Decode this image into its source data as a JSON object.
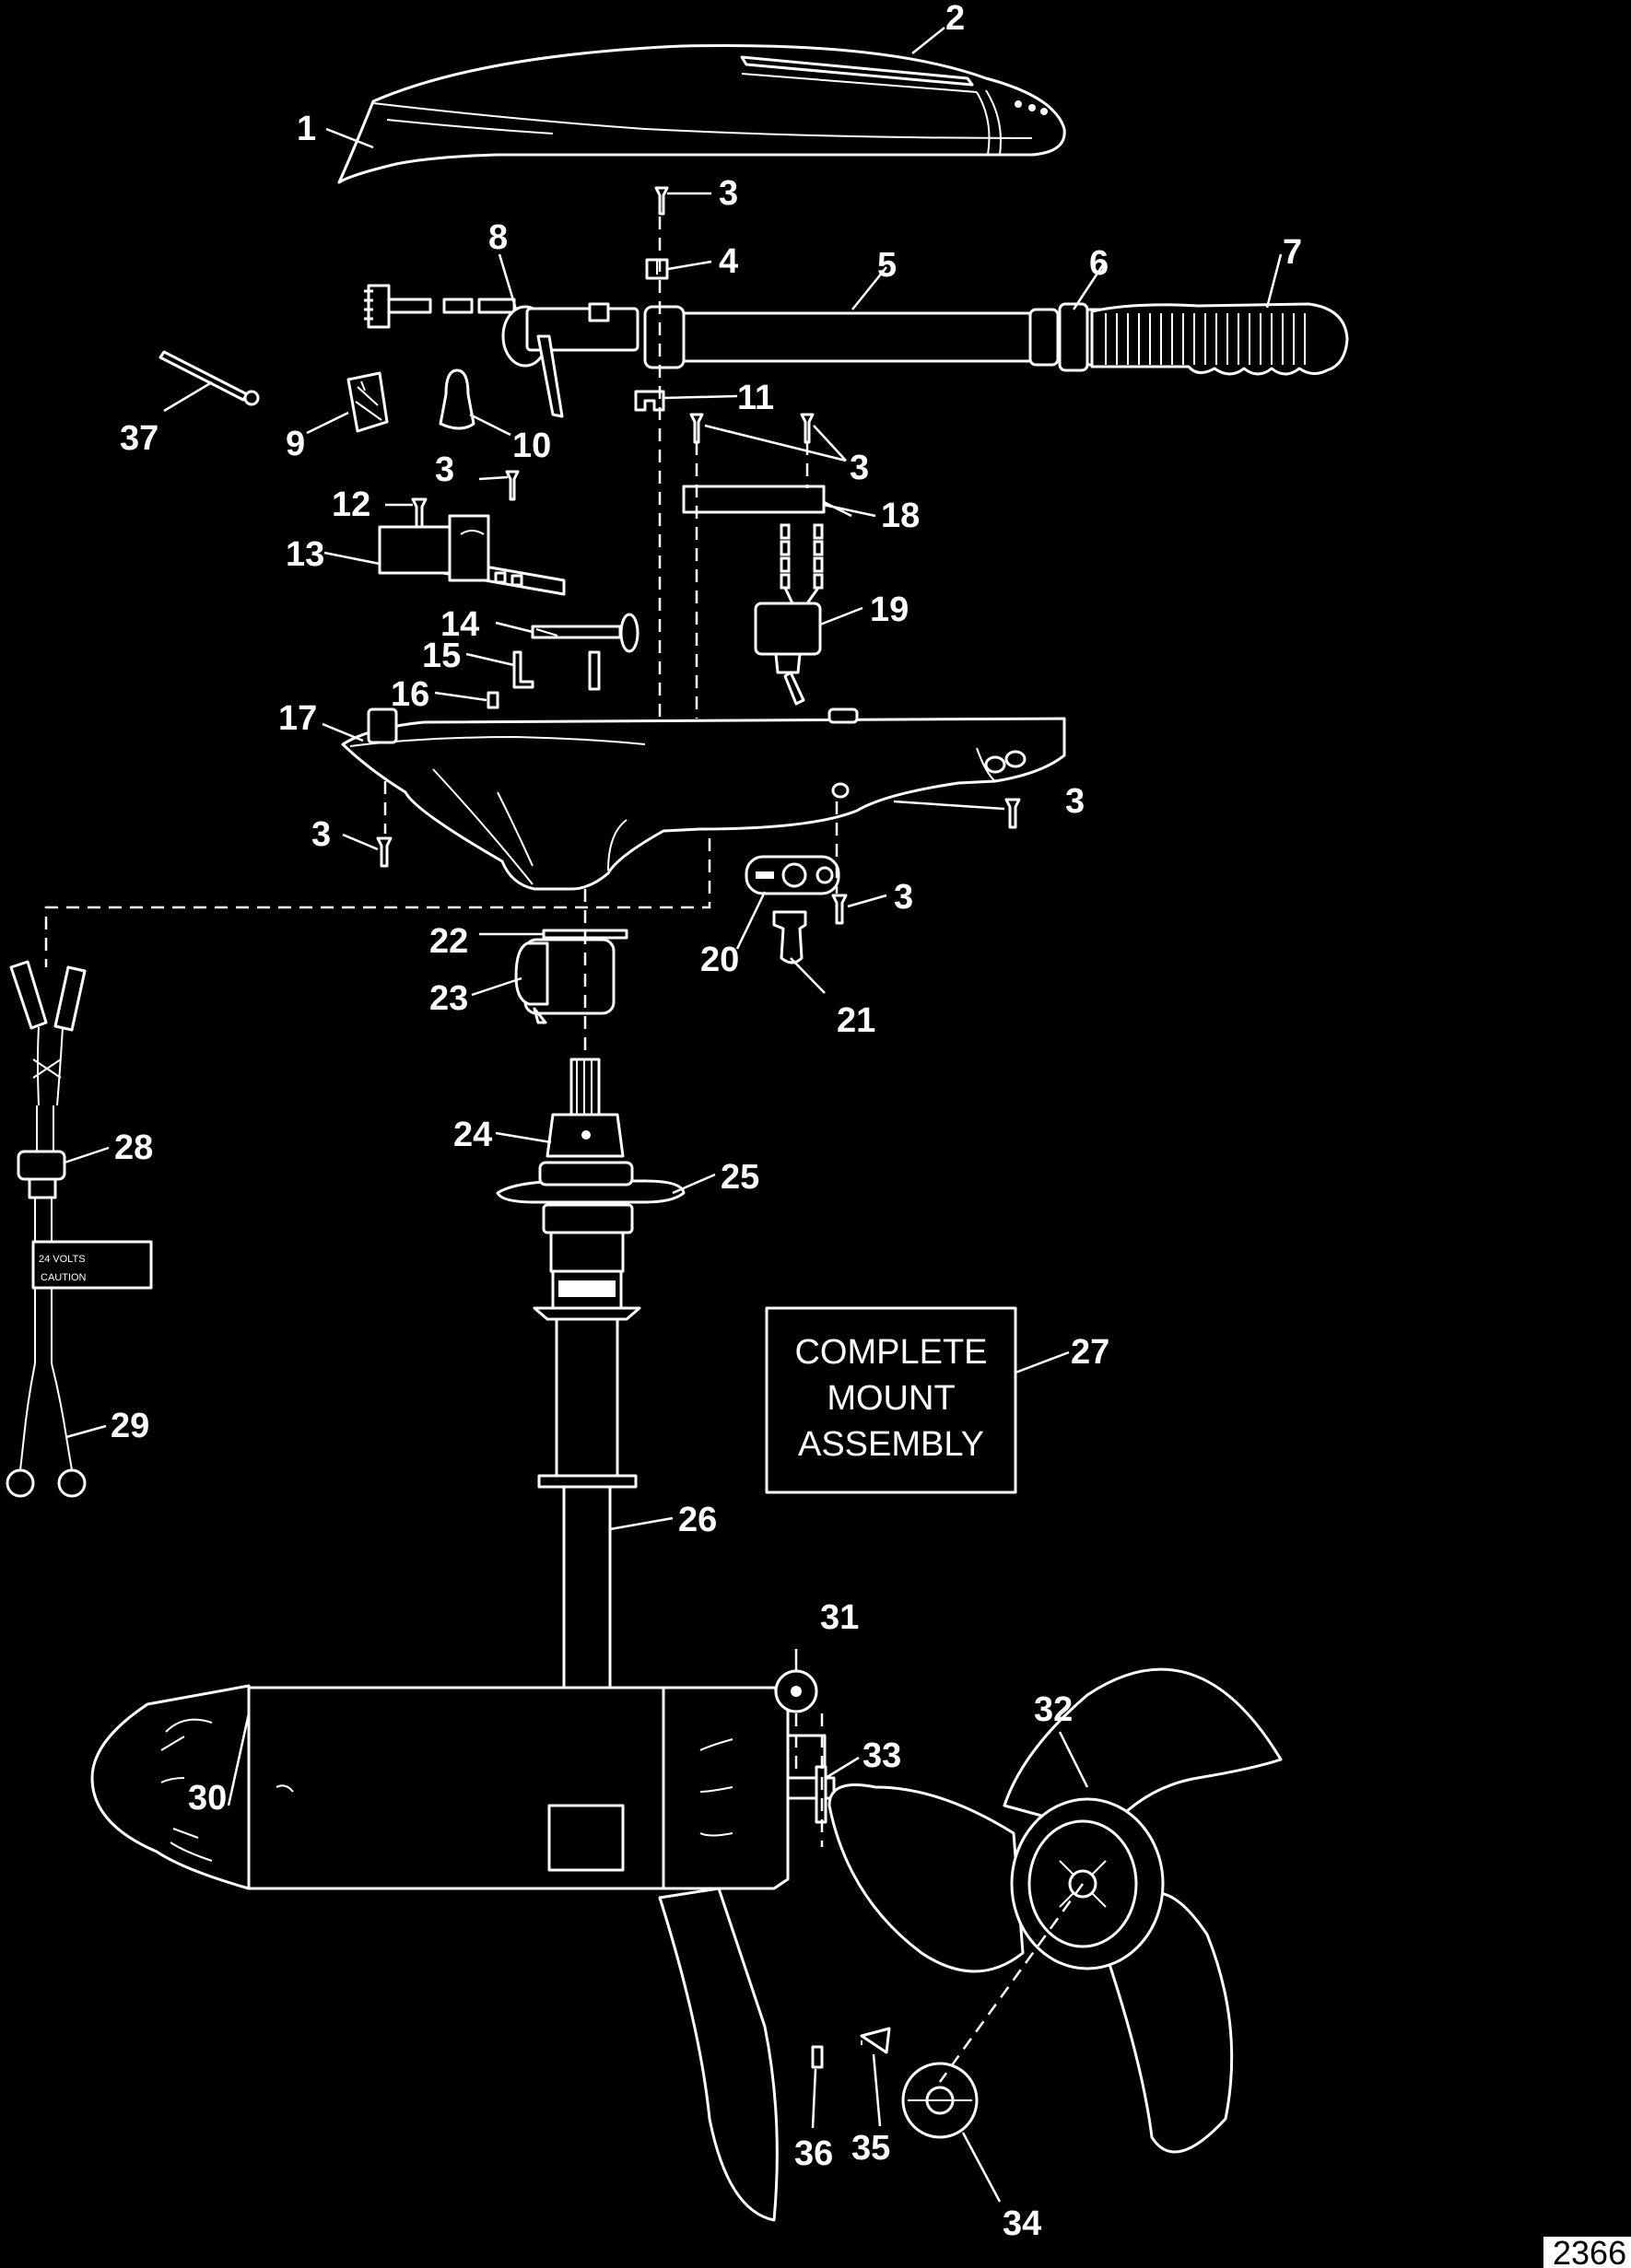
{
  "diagram": {
    "figure_number": "2366",
    "assembly_box_lines": [
      "COMPLETE",
      "MOUNT",
      "ASSEMBLY"
    ],
    "decal_lines": [
      "24 VOLTS",
      "CAUTION"
    ],
    "callouts": [
      "1",
      "2",
      "3",
      "4",
      "5",
      "6",
      "7",
      "8",
      "3",
      "3",
      "9",
      "10",
      "11",
      "12",
      "13",
      "14",
      "15",
      "16",
      "17",
      "18",
      "19",
      "3",
      "3",
      "3",
      "20",
      "21",
      "22",
      "23",
      "24",
      "25",
      "26",
      "27",
      "28",
      "29",
      "30",
      "31",
      "32",
      "33",
      "34",
      "35",
      "36",
      "37"
    ]
  },
  "colors": {
    "background": "#000000",
    "line": "#ffffff"
  }
}
